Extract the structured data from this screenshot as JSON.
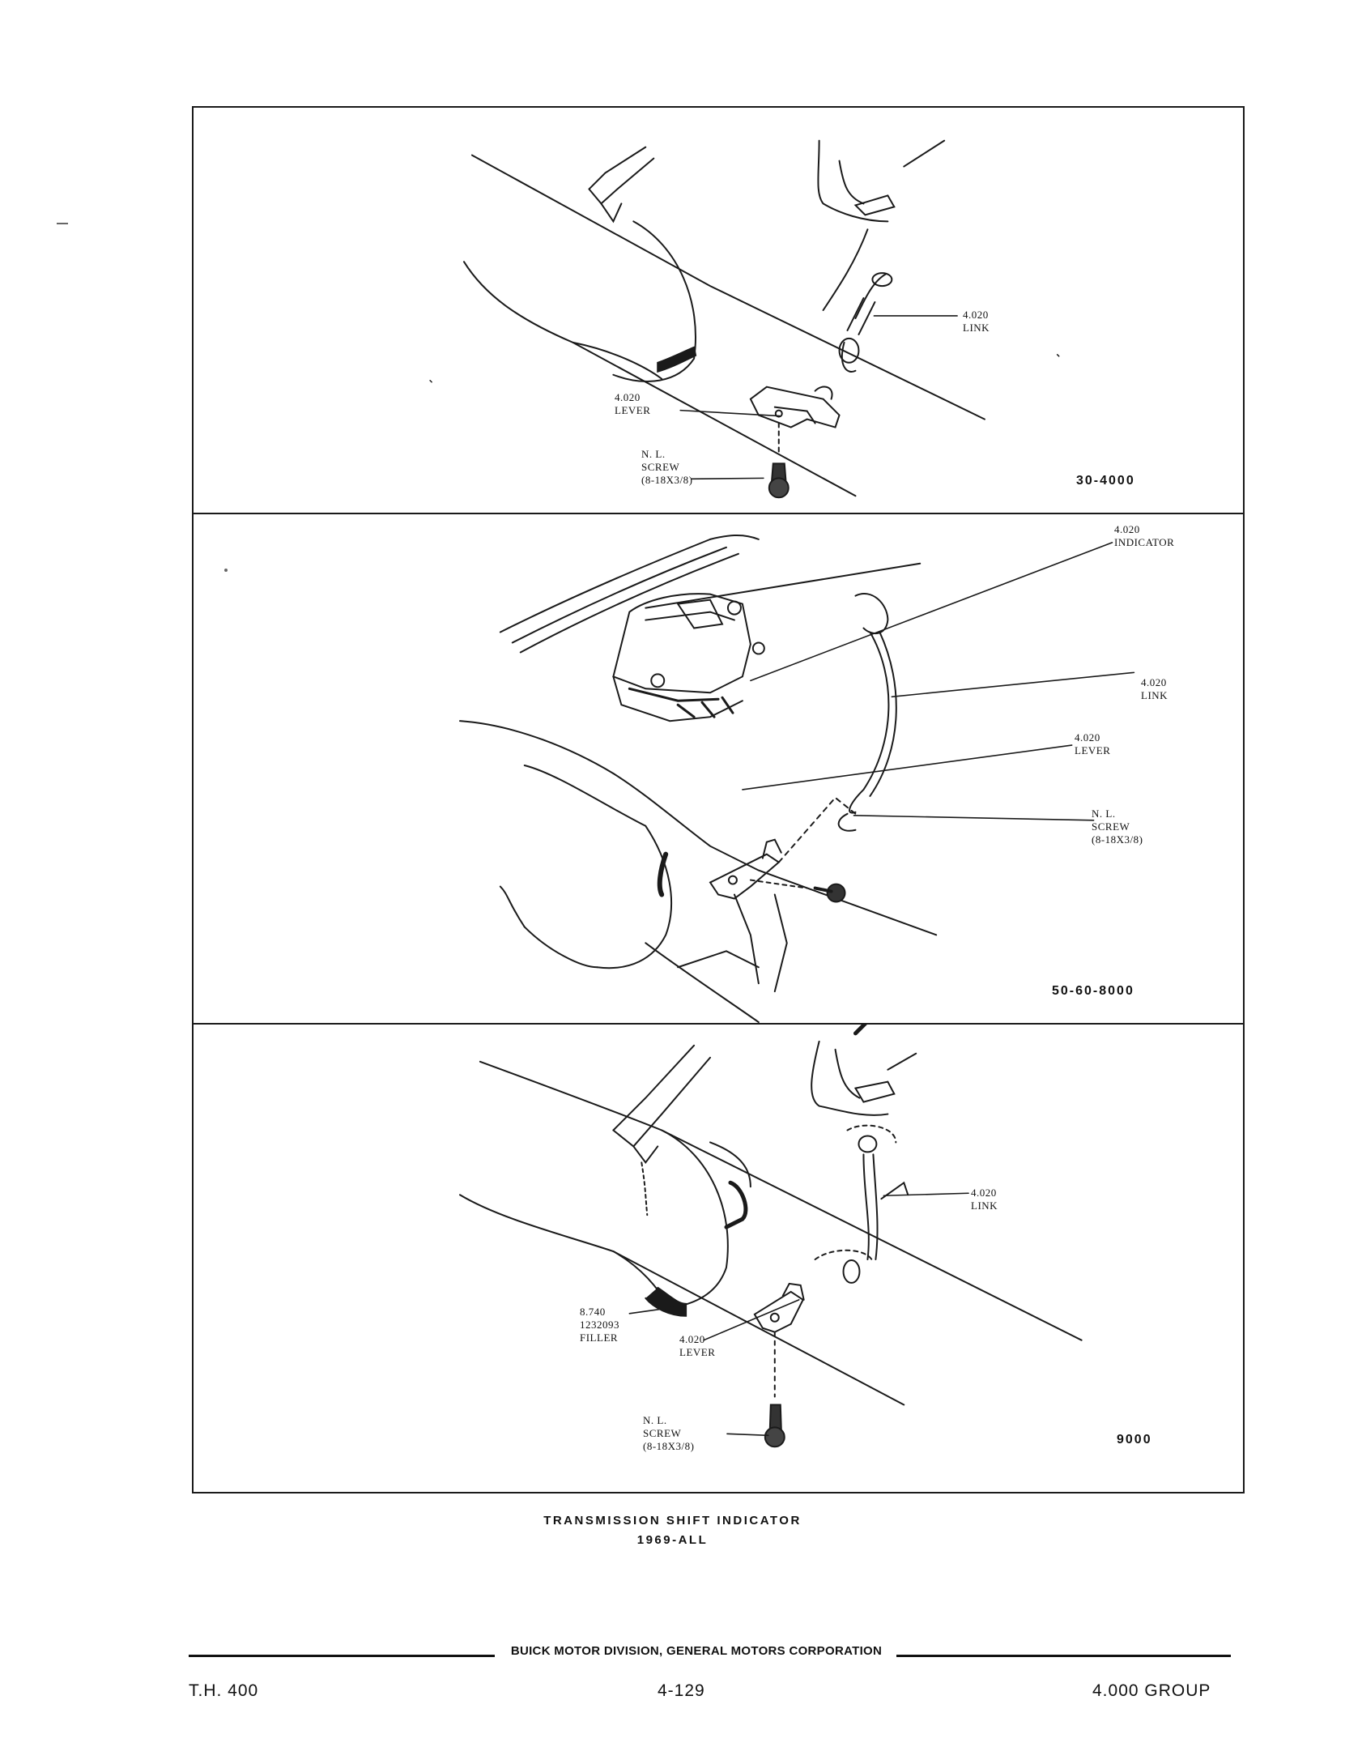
{
  "figures": [
    {
      "code": "30-4000",
      "callouts": {
        "link": "4.020\nLINK",
        "lever": "4.020\nLEVER",
        "screw": "N. L.\nSCREW\n(8-18x3/8)"
      }
    },
    {
      "code": "50-60-8000",
      "callouts": {
        "indicator": "4.020\nINDICATOR",
        "link": "4.020\nLINK",
        "lever": "4.020\nLEVER",
        "screw": "N. L.\nSCREW\n(8-18x3/8)"
      }
    },
    {
      "code": "9000",
      "callouts": {
        "link": "4.020\nLINK",
        "filler": "8.740\n1232093\nFILLER",
        "lever": "4.020\nLEVER",
        "screw": "N. L.\nSCREW\n(8-18x3/8)"
      }
    }
  ],
  "caption": {
    "title": "TRANSMISSION SHIFT INDICATOR",
    "subtitle": "1969-ALL"
  },
  "footer": {
    "division": "BUICK MOTOR DIVISION, GENERAL MOTORS CORPORATION",
    "left": "T.H. 400",
    "page": "4-129",
    "right": "4.000 GROUP"
  }
}
